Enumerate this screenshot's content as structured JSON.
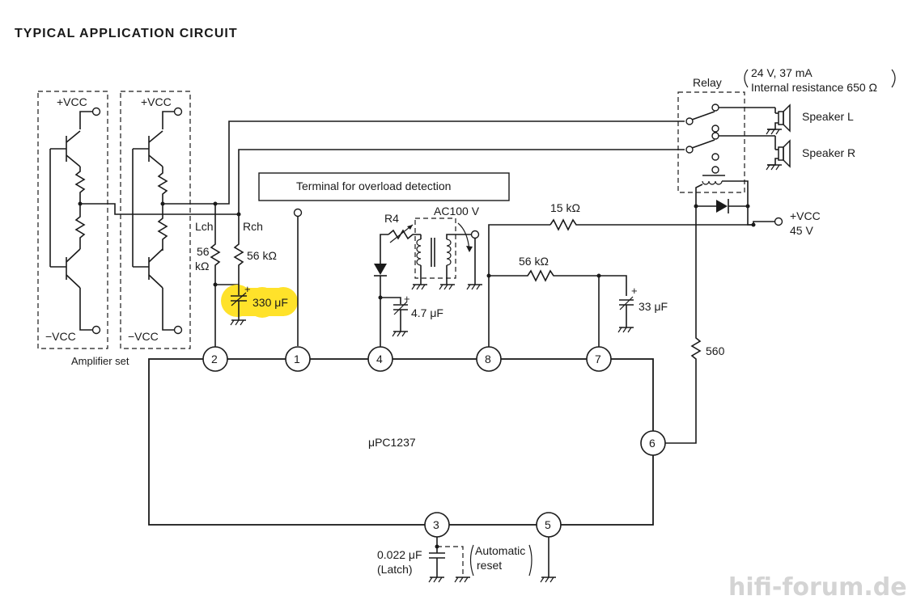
{
  "title": "TYPICAL APPLICATION CIRCUIT",
  "ic": {
    "name": "μPC1237",
    "pins": [
      "1",
      "2",
      "3",
      "4",
      "5",
      "6",
      "7",
      "8"
    ]
  },
  "labels": {
    "vcc_plus": "+VCC",
    "vcc_minus": "−VCC",
    "amplifier_set": "Amplifier set",
    "lch": "Lch",
    "rch": "Rch",
    "r_lch_value": "56",
    "r_lch_unit": "kΩ",
    "r_rch": "56 kΩ",
    "c_330": "330 μF",
    "overload_box": "Terminal for overload detection",
    "r4": "R4",
    "ac100": "AC100 V",
    "c_47": "4.7 μF",
    "r_15k": "15 kΩ",
    "r_56k_pin7": "56 kΩ",
    "c_33": "33 μF",
    "vcc_45_top": "+VCC",
    "vcc_45_bottom": "45 V",
    "r_560": "560",
    "relay": "Relay",
    "relay_spec_1": "24 V, 37 mA",
    "relay_spec_2": "Internal resistance 650 Ω",
    "speaker_l": "Speaker L",
    "speaker_r": "Speaker R",
    "c_latch": "0.022 μF",
    "latch": "(Latch)",
    "auto_1": "Automatic",
    "auto_2": "reset",
    "watermark": "hifi-forum.de"
  },
  "colors": {
    "ink": "#1a1a1a",
    "highlight": "#ffe22a",
    "watermark": "#d4d4d4"
  }
}
